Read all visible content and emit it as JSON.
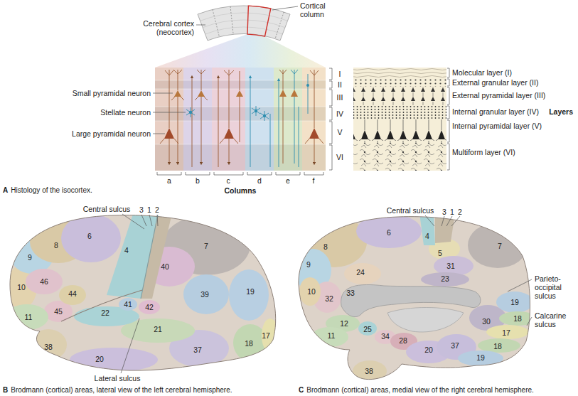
{
  "diagram": {
    "labels": [
      "Cortical column",
      "Cerebral cortex (neocortex)",
      "I",
      "II",
      "III",
      "IV",
      "V",
      "VI",
      "Small pyramidal neuron",
      "Stellate neuron",
      "Large pyramidal neuron",
      "Molecular layer (I)",
      "External granular layer (II)",
      "External pyramidal layer (III)",
      "Internal granular layer (IV)",
      "Internal pyramidal layer (V)",
      "Multiform layer (VI)",
      "Layers",
      "a",
      "b",
      "c",
      "d",
      "e",
      "f",
      "Columns",
      "A",
      "Histology of the isocortex.",
      "Central sulcus",
      "3",
      "1",
      "2",
      "6",
      "8",
      "4",
      "7",
      "9",
      "40",
      "46",
      "10",
      "44",
      "39",
      "19",
      "41",
      "42",
      "45",
      "22",
      "11",
      "21",
      "18",
      "17",
      "38",
      "37",
      "20",
      "Lateral sulcus",
      "B",
      "Brodmann (cortical) areas, lateral view of the left cerebral hemisphere.",
      "Central sulcus",
      "3",
      "1",
      "2",
      "6",
      "4",
      "8",
      "5",
      "7",
      "9",
      "24",
      "31",
      "23",
      "Parieto-occipital sulcus",
      "33",
      "10",
      "32",
      "19",
      "30",
      "Calcarine sulcus",
      "18",
      "17",
      "12",
      "25",
      "11",
      "34",
      "28",
      "20",
      "37",
      "18",
      "19",
      "38",
      "C",
      "Brodmann (cortical) areas, medial view of the right cerebral hemisphere."
    ]
  }
}
